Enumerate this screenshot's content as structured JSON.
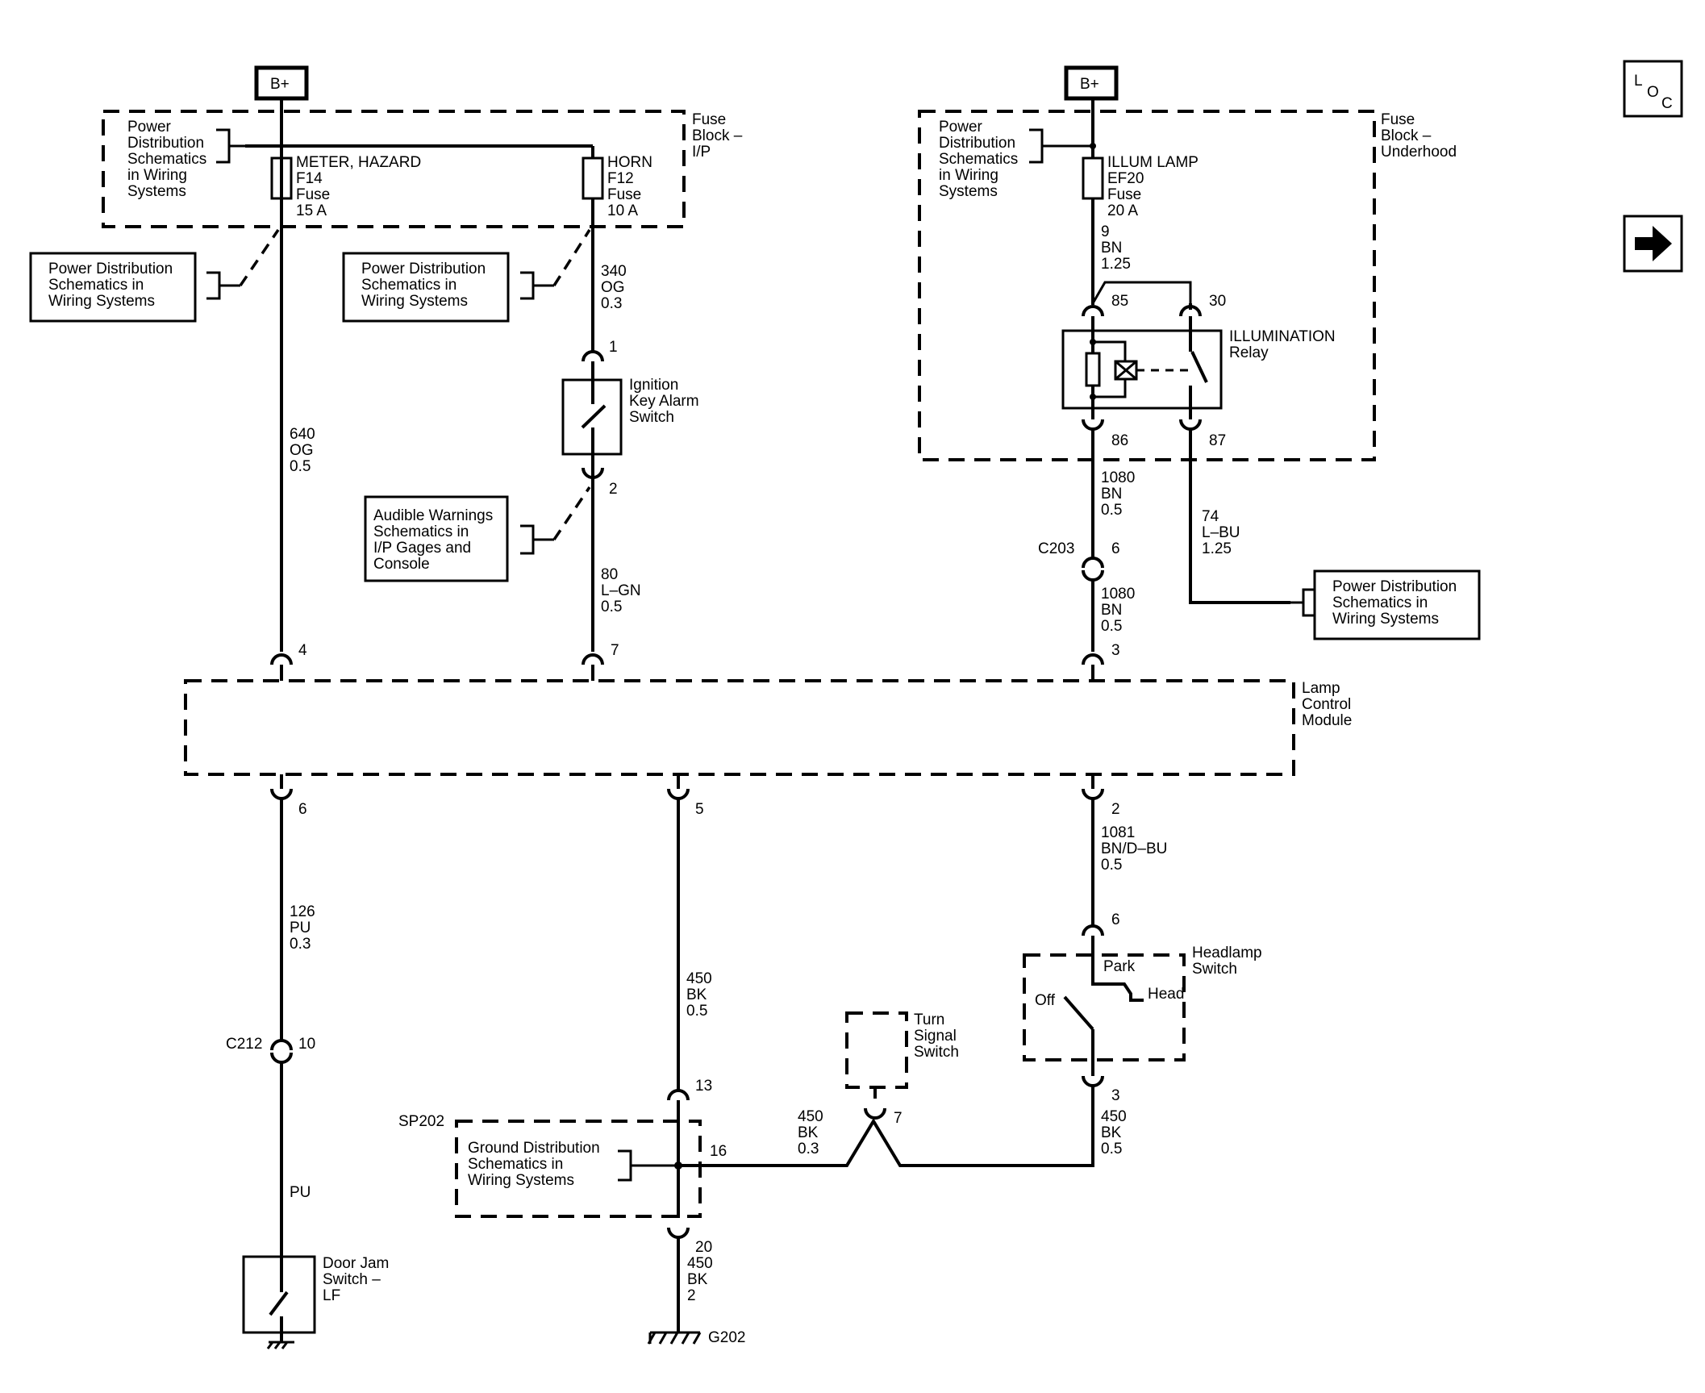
{
  "nav": {
    "loc_button": {
      "l": "L",
      "o": "O",
      "c": "C"
    },
    "next_icon": "arrow-right-icon"
  },
  "battery": {
    "left": "B+",
    "right": "B+"
  },
  "fuse_block_ip": {
    "label": [
      "Fuse",
      "Block –",
      "I/P"
    ],
    "power_ref": [
      "Power",
      "Distribution",
      "Schematics",
      "in Wiring",
      "Systems"
    ],
    "f14": [
      "METER, HAZARD",
      "F14",
      "Fuse",
      "15 A"
    ],
    "f12": [
      "HORN",
      "F12",
      "Fuse",
      "10 A"
    ]
  },
  "fuse_block_underhood": {
    "label": [
      "Fuse",
      "Block –",
      "Underhood"
    ],
    "power_ref": [
      "Power",
      "Distribution",
      "Schematics",
      "in Wiring",
      "Systems"
    ],
    "ef20": [
      "ILLUM LAMP",
      "EF20",
      "Fuse",
      "20 A"
    ]
  },
  "refs": {
    "power_left": [
      "Power Distribution",
      "Schematics in",
      "Wiring Systems"
    ],
    "power_mid": [
      "Power Distribution",
      "Schematics in",
      "Wiring Systems"
    ],
    "audible": [
      "Audible Warnings",
      "Schematics in",
      "I/P Gages and",
      "Console"
    ],
    "power_right": [
      "Power Distribution",
      "Schematics in",
      "Wiring Systems"
    ],
    "ground": [
      "Ground Distribution",
      "Schematics in",
      "Wiring Systems"
    ]
  },
  "wires": {
    "w640": [
      "640",
      "OG",
      "0.5"
    ],
    "w340": [
      "340",
      "OG",
      "0.3"
    ],
    "w80": [
      "80",
      "L–GN",
      "0.5"
    ],
    "w9": [
      "9",
      "BN",
      "1.25"
    ],
    "w1080a": [
      "1080",
      "BN",
      "0.5"
    ],
    "w1080b": [
      "1080",
      "BN",
      "0.5"
    ],
    "w74": [
      "74",
      "L–BU",
      "1.25"
    ],
    "w126": [
      "126",
      "PU",
      "0.3"
    ],
    "wpu": [
      "PU"
    ],
    "w450a": [
      "450",
      "BK",
      "0.5"
    ],
    "w450b": [
      "450",
      "BK",
      "0.3"
    ],
    "w450c": [
      "450",
      "BK",
      "0.5"
    ],
    "w450d": [
      "450",
      "BK",
      "2"
    ],
    "w1081": [
      "1081",
      "BN/D–BU",
      "0.5"
    ]
  },
  "pins": {
    "ign1": "1",
    "ign2": "2",
    "lcm4": "4",
    "lcm7": "7",
    "r85": "85",
    "r30": "30",
    "r86": "86",
    "r87": "87",
    "c203_6": "6",
    "lcm3": "3",
    "lcm6": "6",
    "lcm5": "5",
    "lcm2": "2",
    "hs6": "6",
    "hs3": "3",
    "c212_10": "10",
    "sp13": "13",
    "sp16": "16",
    "sp20": "20",
    "ts7": "7"
  },
  "components": {
    "ignition_switch": [
      "Ignition",
      "Key Alarm",
      "Switch"
    ],
    "relay": [
      "ILLUMINATION",
      "Relay"
    ],
    "lamp_module": [
      "Lamp",
      "Control",
      "Module"
    ],
    "headlamp_switch": [
      "Headlamp",
      "Switch"
    ],
    "headlamp_positions": {
      "off": "Off",
      "park": "Park",
      "head": "Head"
    },
    "turn_signal": [
      "Turn",
      "Signal",
      "Switch"
    ],
    "door_jam": [
      "Door Jam",
      "Switch –",
      "LF"
    ]
  },
  "connectors": {
    "c203": "C203",
    "c212": "C212",
    "sp202": "SP202",
    "g202": "G202"
  }
}
